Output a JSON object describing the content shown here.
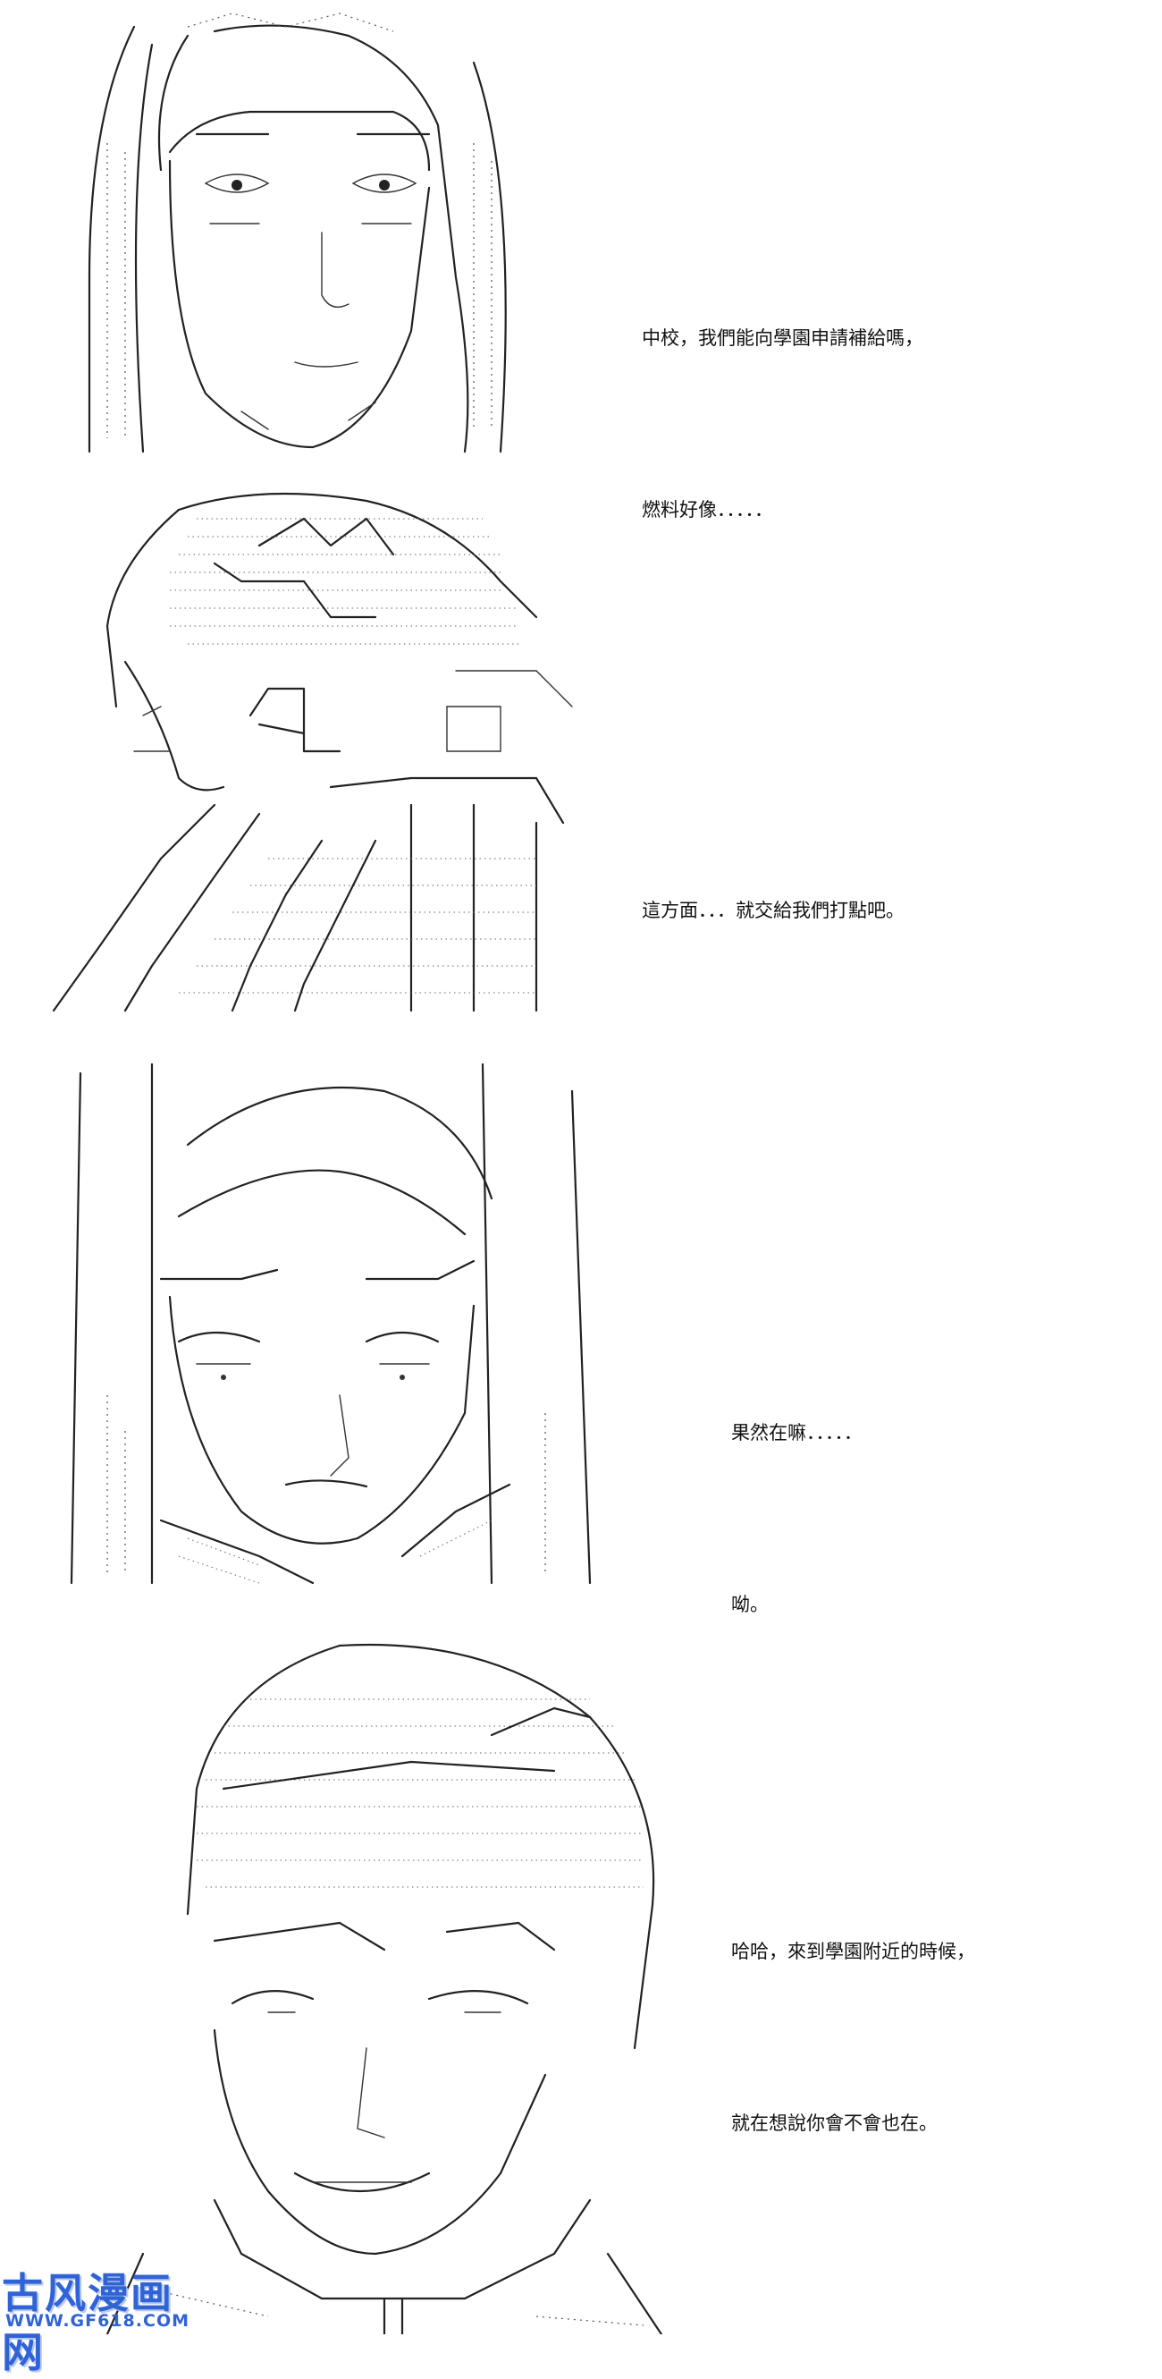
{
  "panels": [
    {
      "id": "panel-1",
      "lines": [
        "中校，我們能向學園申請補給嗎，",
        "燃料好像．．．．．"
      ]
    },
    {
      "id": "panel-2",
      "lines": [
        "這方面．．．就交給我們打點吧。"
      ]
    },
    {
      "id": "panel-3",
      "lines": [
        "果然在嘛．．．．．",
        "呦。"
      ]
    },
    {
      "id": "panel-4",
      "lines": [
        "哈哈，來到學園附近的時候，",
        "就在想說你會不會也在。"
      ]
    }
  ],
  "watermark": {
    "title": "古风漫画网",
    "url": "WWW.GF618.COM"
  },
  "colors": {
    "ink": "#111111",
    "watermark": "#2f63d6"
  }
}
